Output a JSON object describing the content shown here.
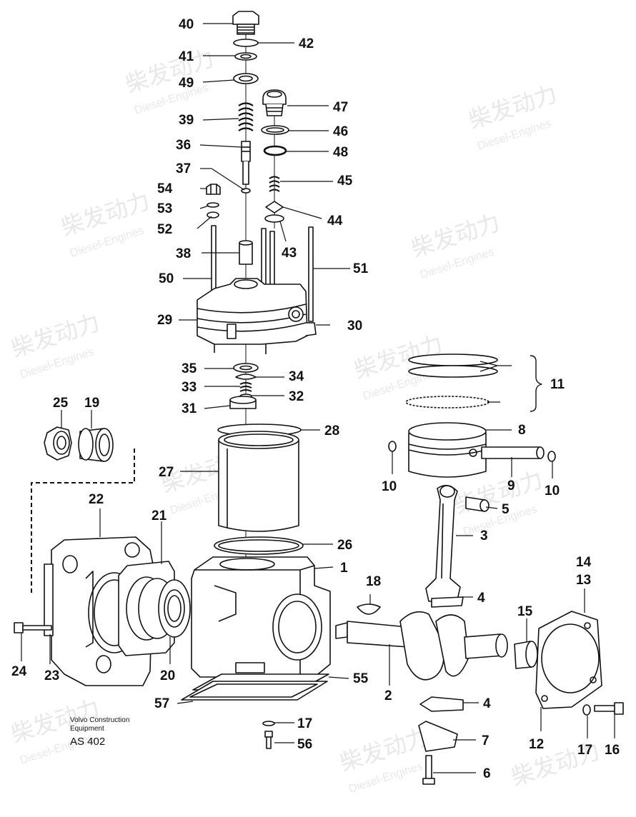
{
  "footer": {
    "brand_line1": "Volvo Construction",
    "brand_line2": "Equipment",
    "code": "AS 402"
  },
  "watermark": {
    "brand": "柴发动力",
    "sub": "Diesel-Engines"
  },
  "labels": {
    "n40": "40",
    "n42": "42",
    "n41": "41",
    "n49": "49",
    "n47": "47",
    "n39": "39",
    "n46": "46",
    "n36": "36",
    "n48": "48",
    "n37": "37",
    "n45": "45",
    "n54": "54",
    "n53": "53",
    "n44": "44",
    "n52": "52",
    "n43": "43",
    "n38": "38",
    "n50": "50",
    "n51": "51",
    "n29": "29",
    "n30": "30",
    "n35": "35",
    "n34": "34",
    "n33": "33",
    "n32": "32",
    "n31": "31",
    "n11": "11",
    "n25": "25",
    "n19": "19",
    "n28": "28",
    "n8": "8",
    "n27": "27",
    "n10a": "10",
    "n9": "9",
    "n10b": "10",
    "n22": "22",
    "n21": "21",
    "n5": "5",
    "n3": "3",
    "n26": "26",
    "n1": "1",
    "n18": "18",
    "n14": "14",
    "n13": "13",
    "n4a": "4",
    "n15": "15",
    "n24": "24",
    "n23": "23",
    "n20": "20",
    "n55": "55",
    "n2": "2",
    "n57": "57",
    "n4b": "4",
    "n17a": "17",
    "n7": "7",
    "n56": "56",
    "n12": "12",
    "n17b": "17",
    "n16": "16",
    "n6": "6"
  }
}
